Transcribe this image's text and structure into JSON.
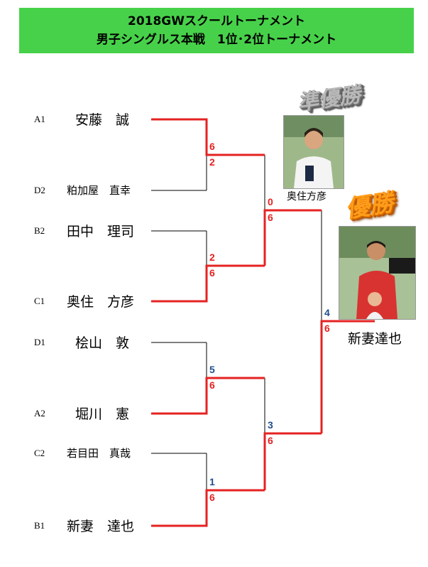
{
  "title": {
    "line1": "2018GWスクールトーナメント",
    "line2": "男子シングルス本戦　1位･2位トーナメント"
  },
  "colors": {
    "header_bg": "#47d14a",
    "winner_line": "#e52222",
    "loser_score": "#1f4e8c"
  },
  "players": [
    {
      "seed": "A1",
      "name": "安藤　誠"
    },
    {
      "seed": "D2",
      "name": "粕加屋　直幸"
    },
    {
      "seed": "B2",
      "name": "田中　理司"
    },
    {
      "seed": "C1",
      "name": "奥住　方彦"
    },
    {
      "seed": "D1",
      "name": "桧山　敦"
    },
    {
      "seed": "A2",
      "name": "堀川　憲"
    },
    {
      "seed": "C2",
      "name": "若目田　真哉"
    },
    {
      "seed": "B1",
      "name": "新妻　達也"
    }
  ],
  "scores": {
    "r1m1": {
      "top": "6",
      "bottom": "2"
    },
    "r1m2": {
      "top": "2",
      "bottom": "6"
    },
    "r1m3": {
      "top": "5",
      "bottom": "6"
    },
    "r1m4": {
      "top": "1",
      "bottom": "6"
    },
    "sf1": {
      "top": "0",
      "bottom": "6"
    },
    "sf2": {
      "top": "3",
      "bottom": "6"
    },
    "final": {
      "top": "4",
      "bottom": "6"
    }
  },
  "runner_up": {
    "badge": "準優勝",
    "name": "奥住方彦"
  },
  "champion": {
    "badge": "優勝",
    "name": "新妻達也"
  }
}
